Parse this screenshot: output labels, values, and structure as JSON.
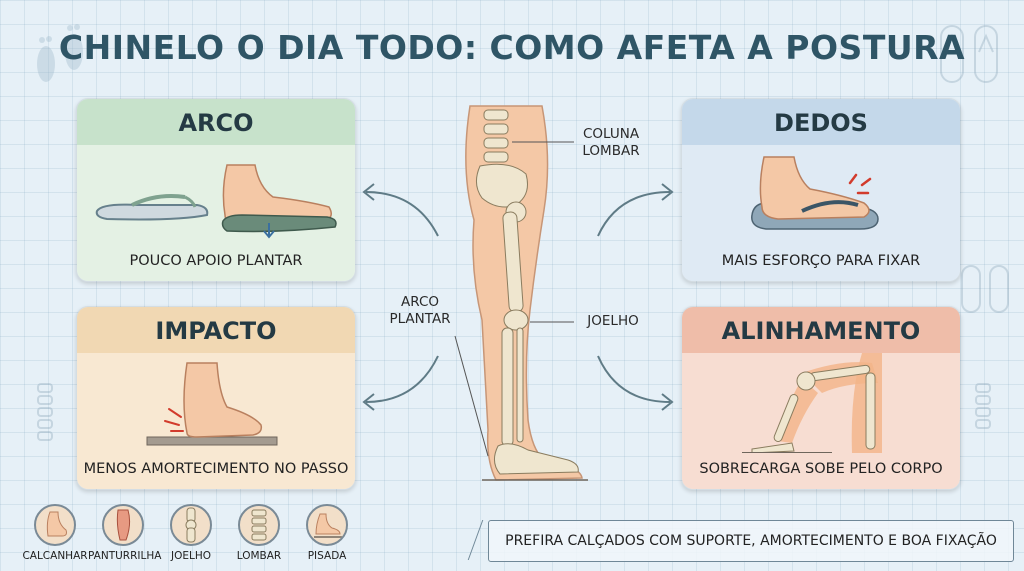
{
  "title": "CHINELO O DIA TODO: COMO AFETA A POSTURA",
  "cards": {
    "arco": {
      "heading": "ARCO",
      "caption": "POUCO APOIO PLANTAR"
    },
    "dedos": {
      "heading": "DEDOS",
      "caption": "MAIS ESFORÇO PARA FIXAR"
    },
    "impacto": {
      "heading": "IMPACTO",
      "caption": "MENOS AMORTECIMENTO NO PASSO"
    },
    "alinhamento": {
      "heading": "ALINHAMENTO",
      "caption": "SOBRECARGA SOBE PELO CORPO"
    }
  },
  "skeleton_labels": {
    "coluna_line1": "COLUNA",
    "coluna_line2": "LOMBAR",
    "arco_line1": "ARCO",
    "arco_line2": "PLANTAR",
    "joelho": "JOELHO"
  },
  "bottom_icons": [
    "CALCANHAR",
    "PANTURRILHA",
    "JOELHO",
    "LOMBAR",
    "PISADA"
  ],
  "tip": "PREFIRA CALÇADOS COM SUPORTE, AMORTECIMENTO E BOA FIXAÇÃO",
  "colors": {
    "background": "#e6f0f7",
    "title": "#2f5566",
    "arrow": "#5f7b86",
    "bone": "#efe6cf",
    "skin": "#f4c8a6"
  }
}
